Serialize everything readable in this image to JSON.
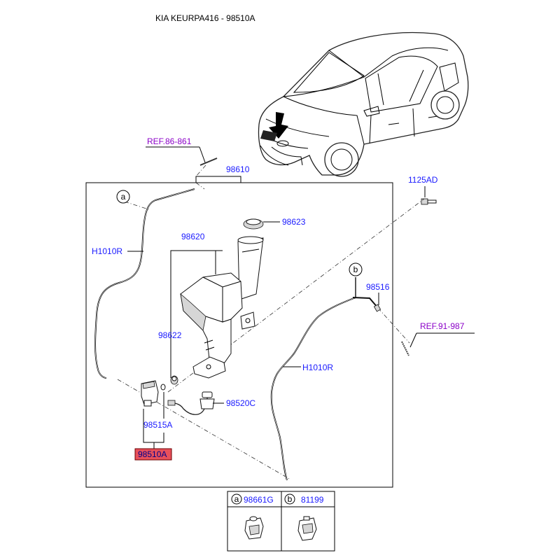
{
  "header": {
    "title": "KIA KEURPA416 - 98510A"
  },
  "refs": {
    "ref_top": "REF.86-861",
    "ref_right": "REF.91-987"
  },
  "labels": {
    "main_part": "98610",
    "bolt": "1125AD",
    "cap": "98623",
    "reservoir": "98620",
    "grommet": "98622",
    "hose_left": "H1010R",
    "hose_right": "H1010R",
    "nozzle": "98516",
    "level_sensor": "98520C",
    "pump_seal": "98515A",
    "pump": "98510A"
  },
  "callouts": {
    "a": "a",
    "b": "b"
  },
  "legend": {
    "item_a": {
      "letter": "a",
      "code": "98661G"
    },
    "item_b": {
      "letter": "b",
      "code": "81199"
    }
  },
  "colors": {
    "label": "#1a1aff",
    "ref": "#8b00c8",
    "highlight": "#e8505b"
  }
}
